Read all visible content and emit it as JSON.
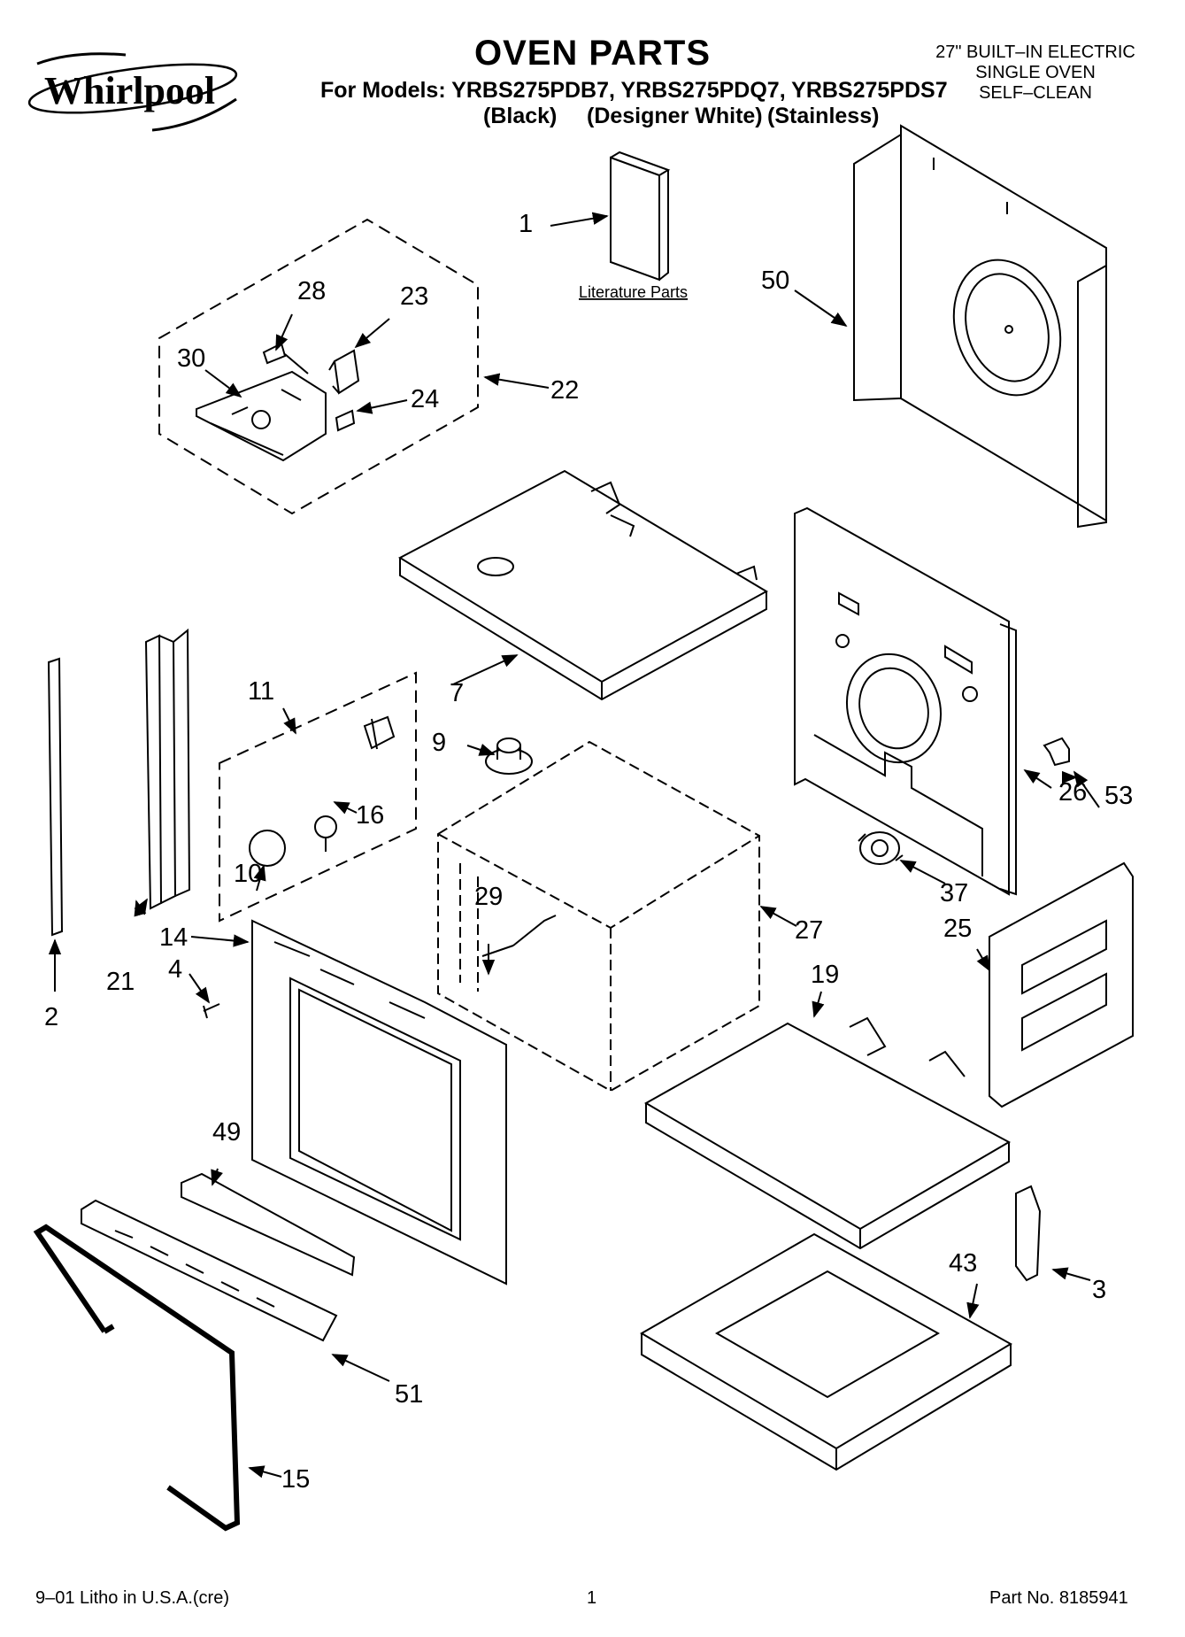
{
  "brand": "Whirlpool",
  "header": {
    "title": "OVEN PARTS",
    "models_line": "For Models: YRBS275PDB7, YRBS275PDQ7, YRBS275PDS7",
    "finishes": [
      "(Black)",
      "(Designer White)",
      "(Stainless)"
    ],
    "spec_lines": [
      "27\" BUILT–IN ELECTRIC",
      "SINGLE OVEN",
      "SELF–CLEAN"
    ]
  },
  "diagram": {
    "literature_label": "Literature Parts",
    "callouts": [
      "1",
      "2",
      "3",
      "4",
      "7",
      "9",
      "10",
      "11",
      "14",
      "15",
      "16",
      "19",
      "21",
      "22",
      "23",
      "24",
      "25",
      "26",
      "27",
      "28",
      "29",
      "30",
      "37",
      "43",
      "49",
      "50",
      "51",
      "53"
    ]
  },
  "footer": {
    "left": "9–01 Litho in U.S.A.(cre)",
    "center": "1",
    "right": "Part No. 8185941"
  }
}
